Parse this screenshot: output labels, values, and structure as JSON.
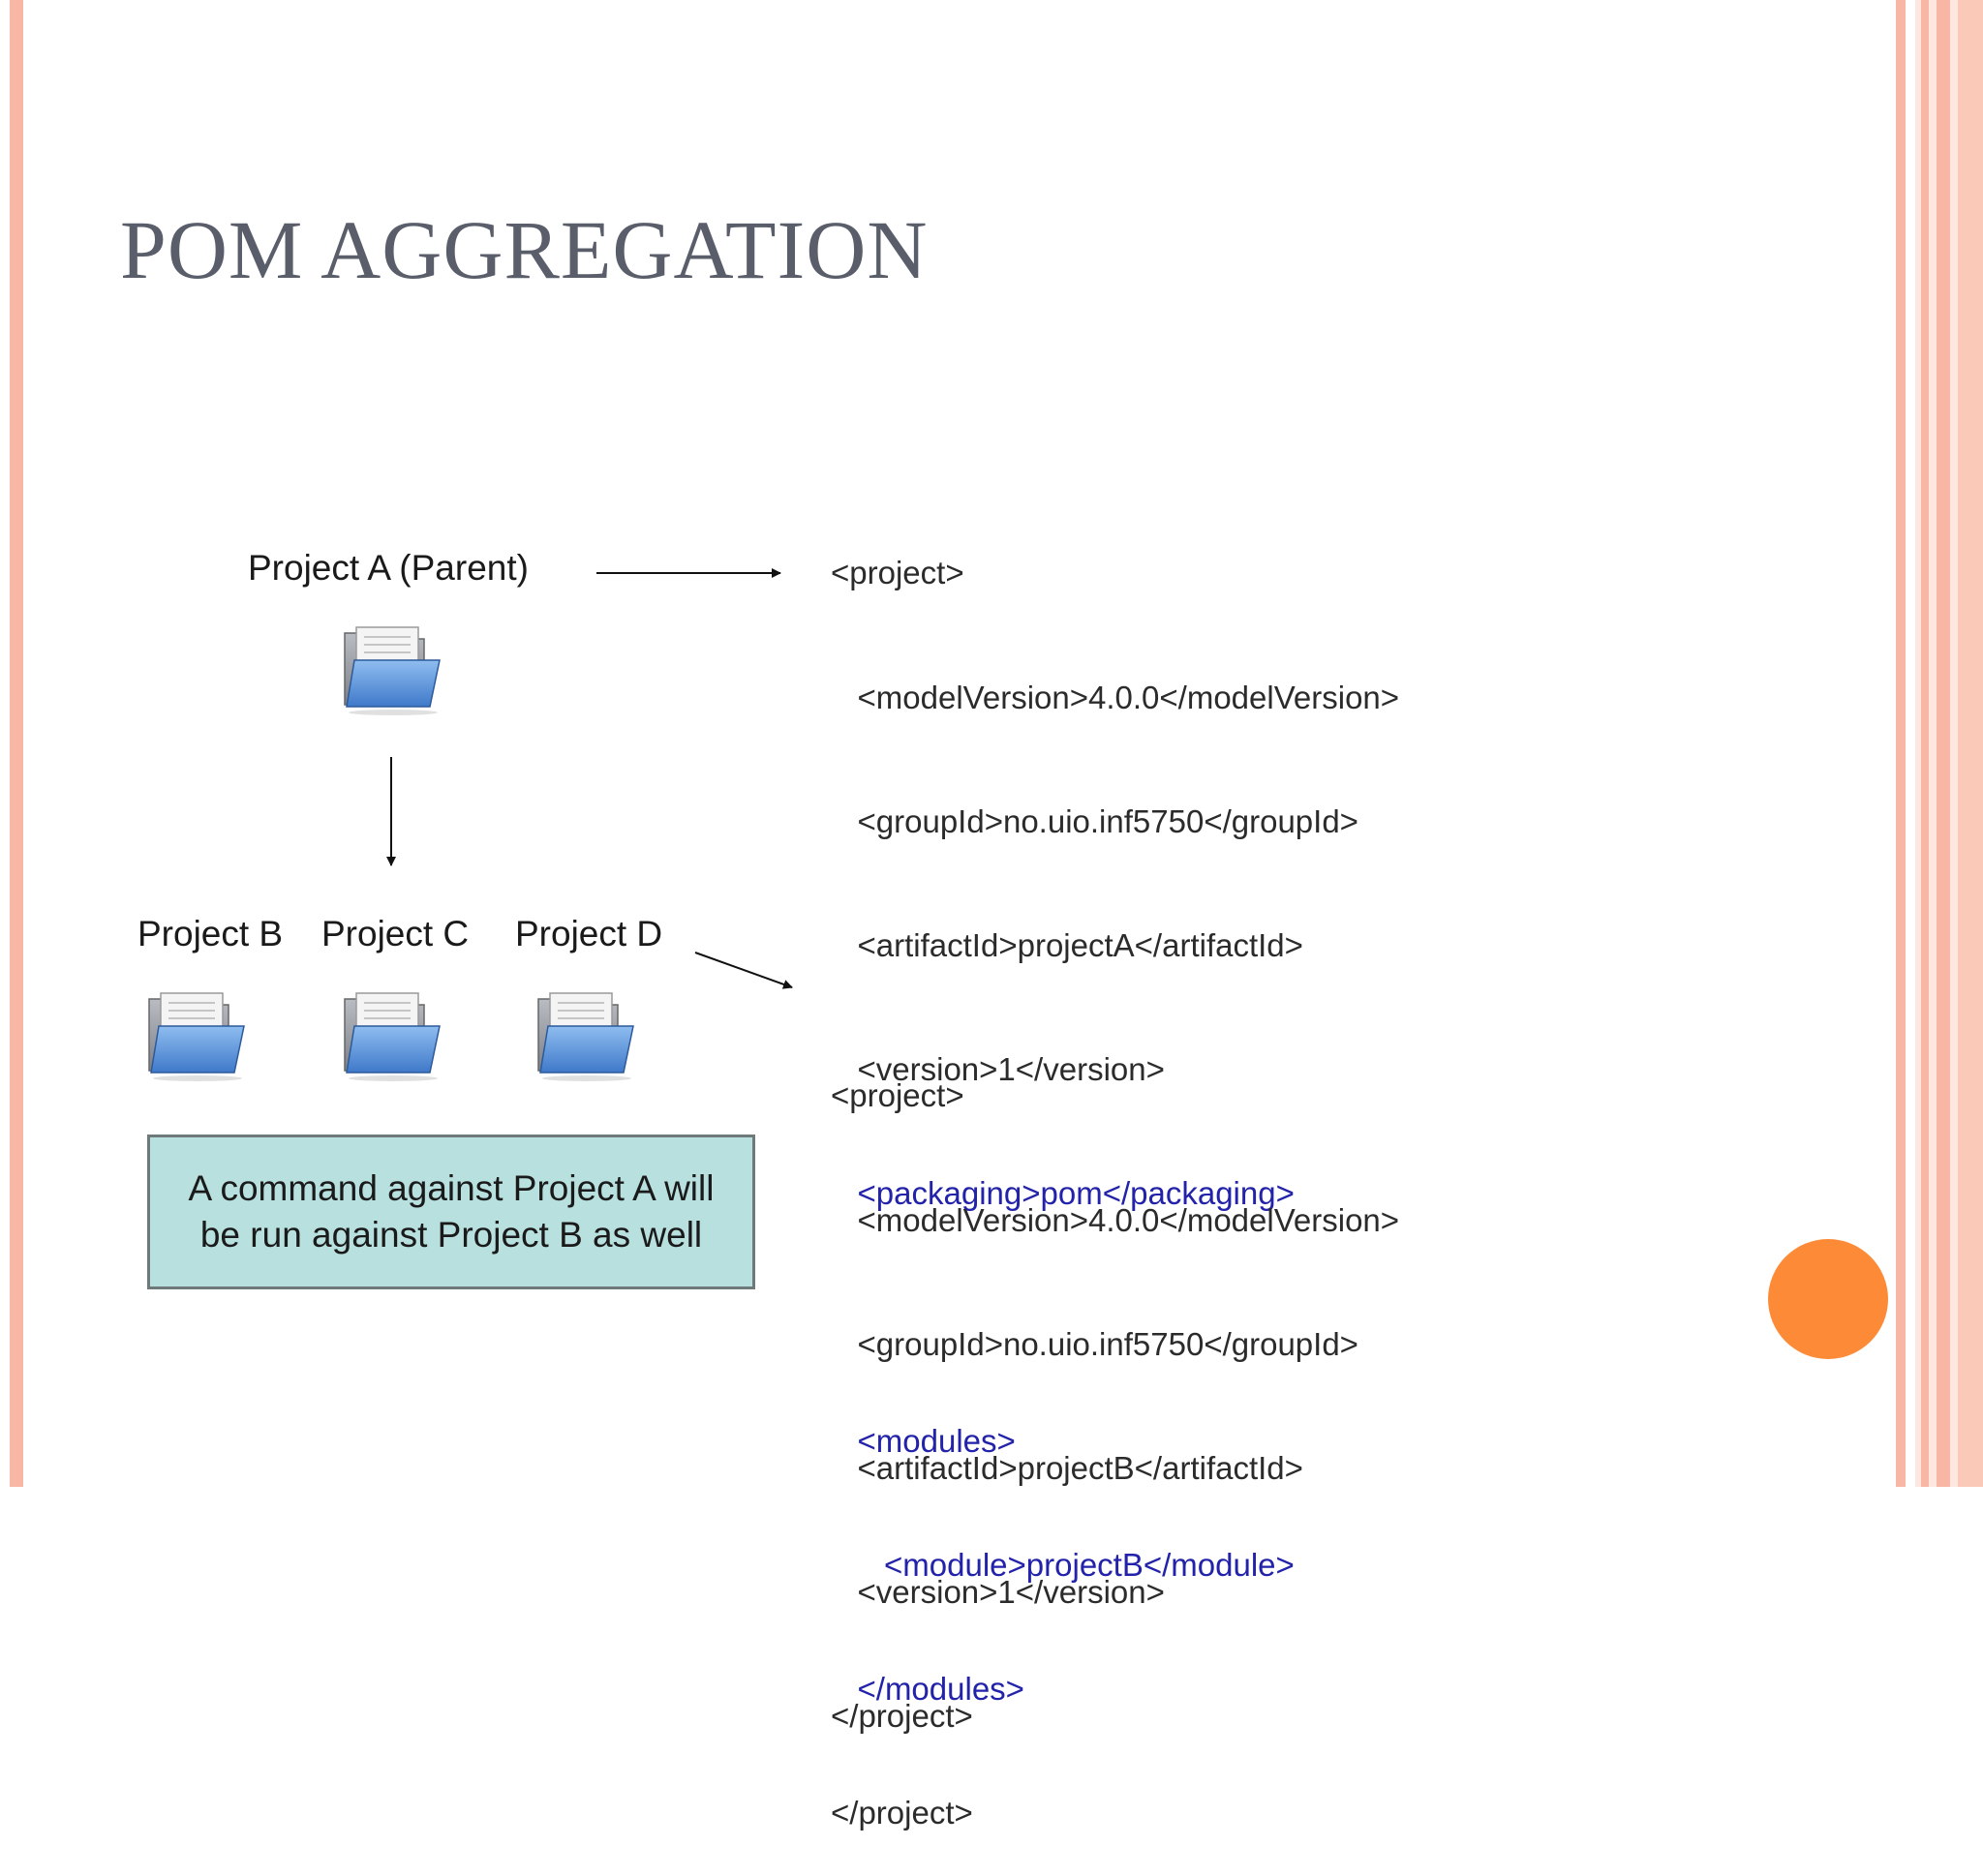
{
  "slide": {
    "title": "POM AGGREGATION",
    "colors": {
      "accent": "#fd8a37",
      "stripe": "#f8b7a4",
      "note_bg": "#b8e0df",
      "xml_blue": "#2222aa"
    }
  },
  "diagram": {
    "parent_label": "Project A (Parent)",
    "children": [
      {
        "label": "Project B",
        "icon": "folder-icon"
      },
      {
        "label": "Project C",
        "icon": "folder-icon"
      },
      {
        "label": "Project D",
        "icon": "folder-icon"
      }
    ],
    "note": "A command against Project A will be run against Project B as well"
  },
  "code": {
    "parent_pom": [
      "<project>",
      "   <modelVersion>4.0.0</modelVersion>",
      "   <groupId>no.uio.inf5750</groupId>",
      "   <artifactId>projectA</artifactId>",
      "   <version>1</version>",
      "   <packaging>pom</packaging>",
      "",
      "   <modules>",
      "      <module>projectB</module>",
      "   </modules>",
      "</project>"
    ],
    "child_pom": [
      "<project>",
      "   <modelVersion>4.0.0</modelVersion>",
      "   <groupId>no.uio.inf5750</groupId>",
      "   <artifactId>projectB</artifactId>",
      "   <version>1</version>",
      "</project>"
    ]
  }
}
